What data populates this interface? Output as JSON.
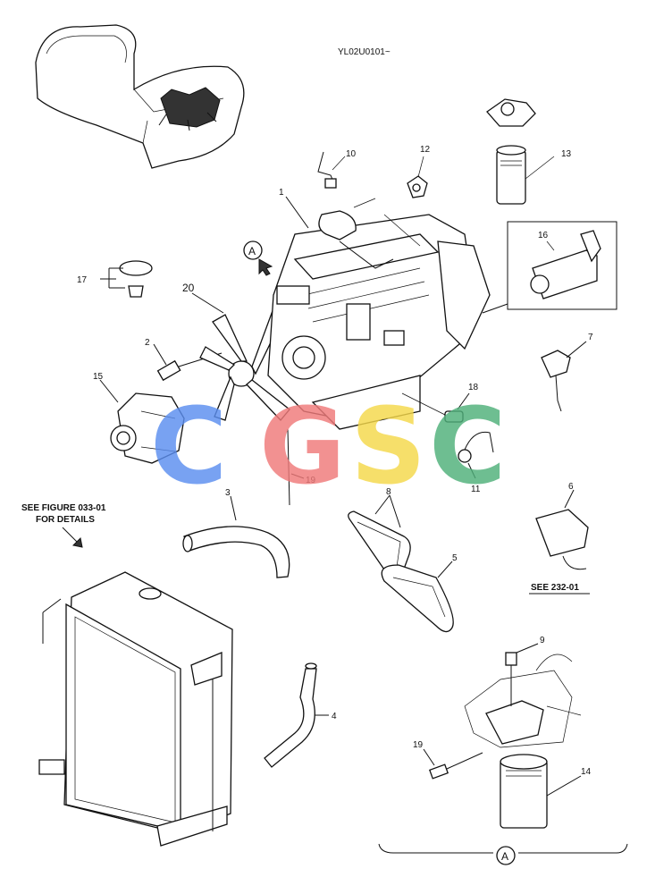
{
  "drawing_code": "YL02U0101~",
  "notes": {
    "see_figure_line1": "SEE FIGURE 033-01",
    "see_figure_line2": "FOR DETAILS",
    "see_232": "SEE 232-01"
  },
  "view_marker": "A",
  "watermark": {
    "letters": [
      "C",
      "G",
      "S",
      "C"
    ],
    "colors": [
      "#5b8ef0",
      "#f07a7a",
      "#f5d84a",
      "#4fb07a"
    ]
  },
  "callouts": [
    "1",
    "2",
    "3",
    "4",
    "5",
    "6",
    "7",
    "8",
    "9",
    "10",
    "11",
    "12",
    "13",
    "14",
    "15",
    "16",
    "17",
    "18",
    "19",
    "19",
    "20"
  ]
}
